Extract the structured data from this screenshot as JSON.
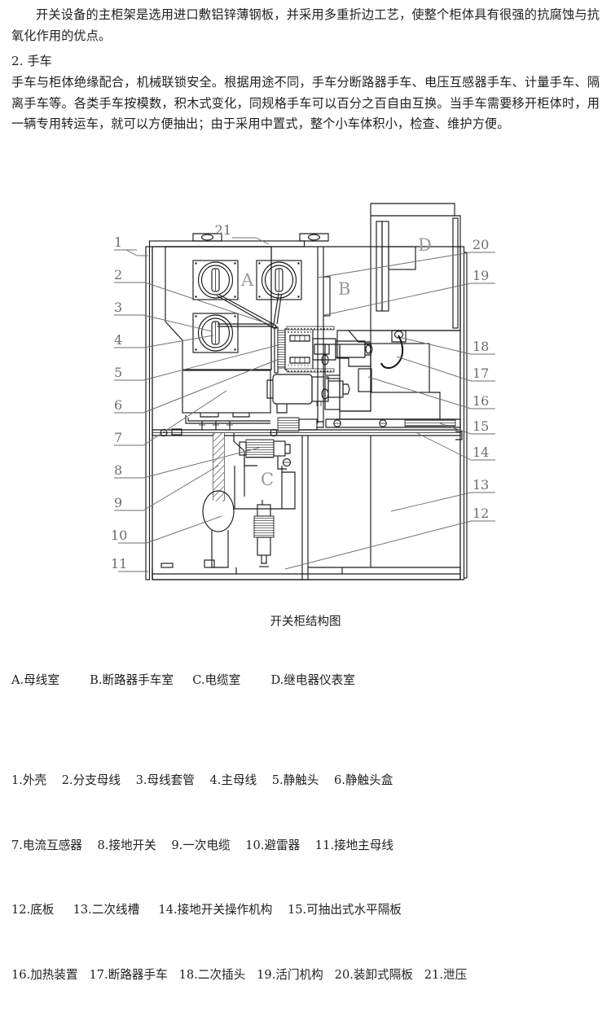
{
  "document": {
    "paragraphs": {
      "intro": "开关设备的主柜架是选用进口敷铝锌薄钢板，并采用多重折边工艺，使整个柜体具有很强的抗腐蚀与抗氧化作用的优点。",
      "section_heading": "2. 手车",
      "trolley": "手车与柜体绝缘配合，机械联锁安全。根据用途不同，手车分断路器手车、电压互感器手车、计量手车、隔离手车等。各类手车按模数，积木式变化，同规格手车可以百分之百自由互换。当手车需要移开柜体时，用一辆专用转运车，就可以方便抽出；由于采用中置式，整个小车体积小，检查、维护方便。"
    },
    "figure": {
      "caption": "开关柜结构图",
      "compartments": [
        {
          "key": "A",
          "label": "A.母线室"
        },
        {
          "key": "B",
          "label": "B.断路器手车室"
        },
        {
          "key": "C",
          "label": "C.电缆室"
        },
        {
          "key": "D",
          "label": "D.继电器仪表室"
        }
      ],
      "compartment_markers": [
        {
          "key": "A",
          "text": "A"
        },
        {
          "key": "B",
          "text": "B"
        },
        {
          "key": "C",
          "text": "C"
        },
        {
          "key": "D",
          "text": "D"
        }
      ],
      "callouts_left": [
        {
          "num": "1"
        },
        {
          "num": "2"
        },
        {
          "num": "3"
        },
        {
          "num": "4"
        },
        {
          "num": "5"
        },
        {
          "num": "6"
        },
        {
          "num": "7"
        },
        {
          "num": "8"
        },
        {
          "num": "9"
        },
        {
          "num": "10"
        },
        {
          "num": "11"
        }
      ],
      "callouts_right": [
        {
          "num": "20"
        },
        {
          "num": "19"
        },
        {
          "num": "18"
        },
        {
          "num": "17"
        },
        {
          "num": "16"
        },
        {
          "num": "15"
        },
        {
          "num": "14"
        },
        {
          "num": "13"
        },
        {
          "num": "12"
        }
      ],
      "callout_top": {
        "num": "21"
      }
    },
    "parts_legend": [
      [
        "1.外壳",
        "2.分支母线",
        "3.母线套管",
        "4.主母线",
        "5.静触头",
        "6.静触头盒"
      ],
      [
        "7.电流互感器",
        "8.接地开关",
        "9.一次电缆",
        "10.避雷器",
        "11.接地主母线"
      ],
      [
        "12.底板",
        "13.二次线槽",
        "14.接地开关操作机构",
        "15.可抽出式水平隔板"
      ],
      [
        "16.加热装置",
        "17.断路器手车",
        "18.二次插头",
        "19.活门机构",
        "20.装卸式隔板",
        "21.泄压"
      ]
    ]
  },
  "colors": {
    "page_background": "#ffffff",
    "text": "#1f1f1f",
    "line_dark": "#1a1a1a",
    "line_leader": "#6e6e6e",
    "marker_letter": "#8c8c8c"
  }
}
